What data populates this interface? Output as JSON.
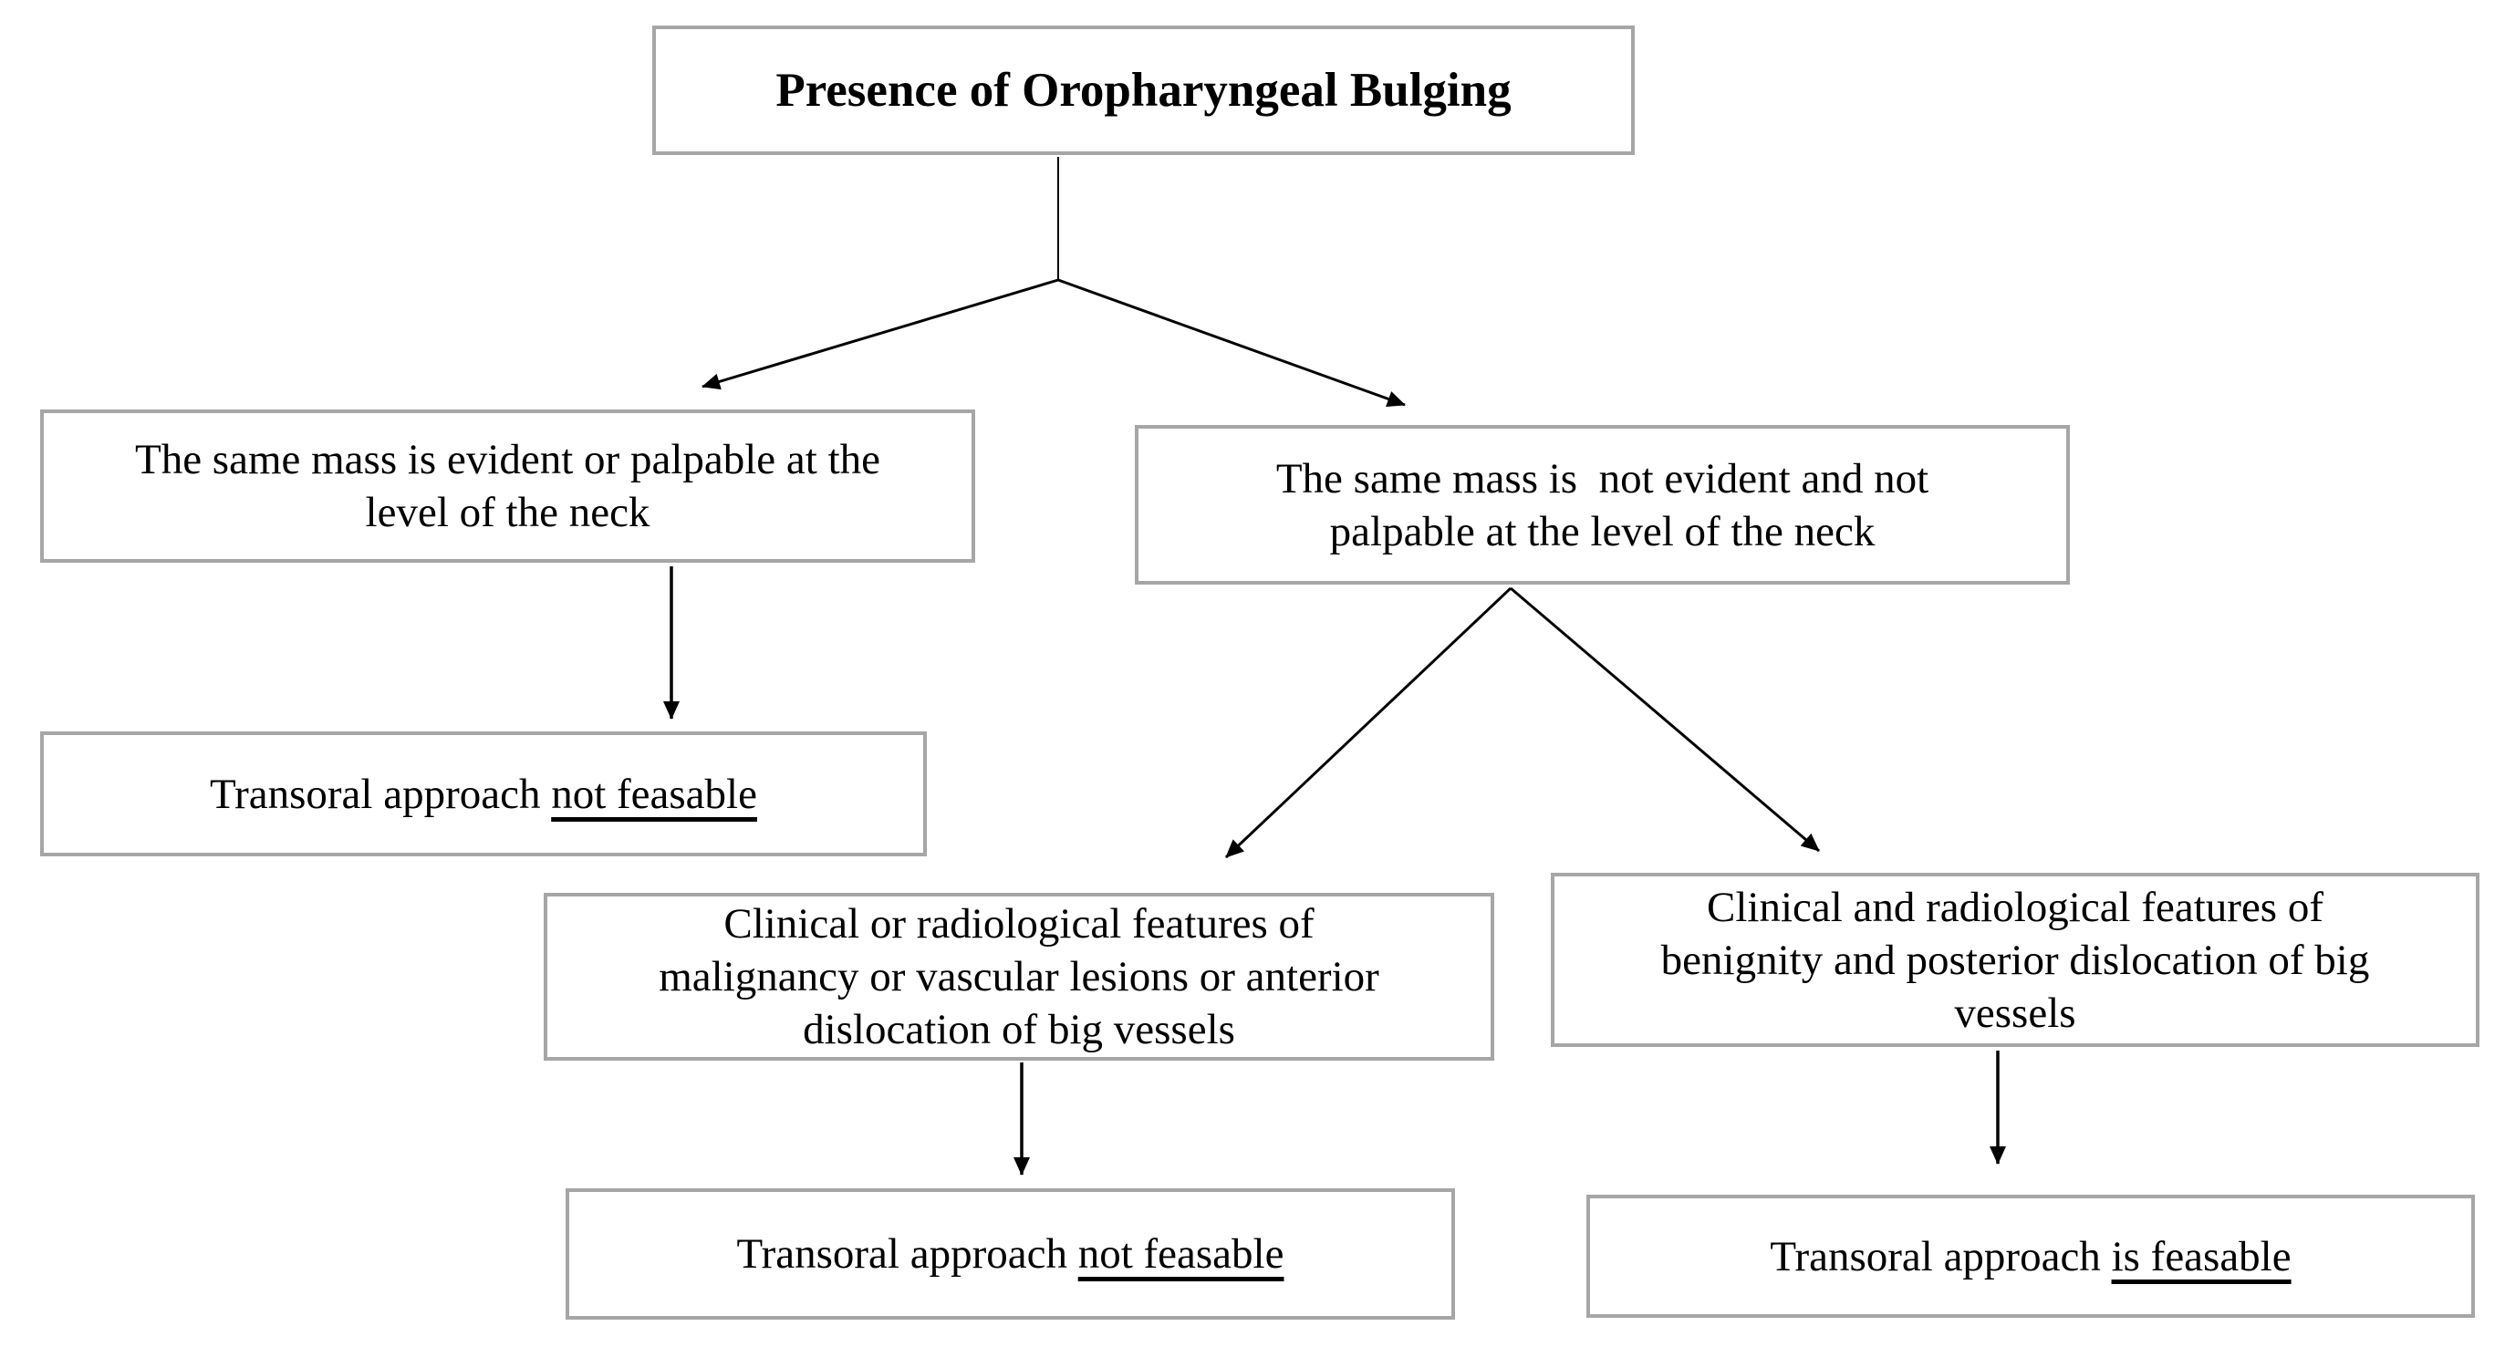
{
  "page": {
    "background": "#ffffff"
  },
  "diagram": {
    "type": "flowchart",
    "colors": {
      "box_border": "#a6a6a6",
      "box_fill": "#ffffff",
      "text": "#000000",
      "arrow": "#000000"
    },
    "nodes": {
      "root": {
        "text": "Presence of Oropharyngeal Bulging"
      },
      "mass_evident": {
        "text": "The same mass is evident or palpable at the\nlevel of the neck"
      },
      "mass_not_evident": {
        "text": "The same mass is  not evident and not\npalpable at the level of the neck"
      },
      "outcome_left": {
        "text": "Transoral approach ",
        "emphasis": "not feasable"
      },
      "features_malignancy": {
        "text": "Clinical or radiological features of\nmalignancy or vascular lesions or anterior\ndislocation of big vessels"
      },
      "features_benignity": {
        "text": "Clinical and radiological features of\nbenignity and posterior dislocation of big\nvessels"
      },
      "outcome_middle": {
        "text": "Transoral approach ",
        "emphasis": "not feasable"
      },
      "outcome_right": {
        "text": "Transoral approach ",
        "emphasis": "is feasable"
      }
    },
    "edges": [
      {
        "from": "root",
        "to": "mass_evident"
      },
      {
        "from": "root",
        "to": "mass_not_evident"
      },
      {
        "from": "mass_evident",
        "to": "outcome_left"
      },
      {
        "from": "mass_not_evident",
        "to": "features_malignancy"
      },
      {
        "from": "mass_not_evident",
        "to": "features_benignity"
      },
      {
        "from": "features_malignancy",
        "to": "outcome_middle"
      },
      {
        "from": "features_benignity",
        "to": "outcome_right"
      }
    ]
  }
}
